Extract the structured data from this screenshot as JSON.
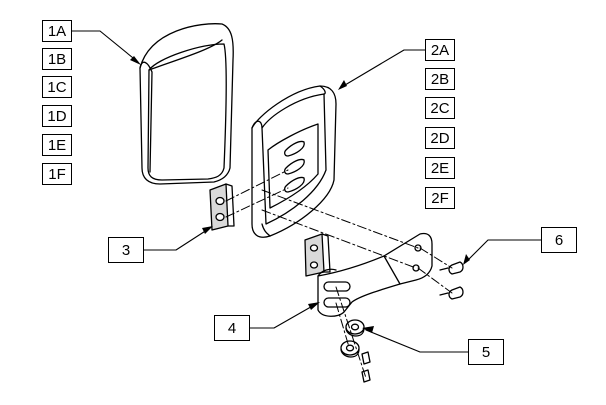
{
  "callouts": {
    "c1A": "1A",
    "c1B": "1B",
    "c1C": "1C",
    "c1D": "1D",
    "c1E": "1E",
    "c1F": "1F",
    "c2A": "2A",
    "c2B": "2B",
    "c2C": "2C",
    "c2D": "2D",
    "c2E": "2E",
    "c2F": "2F",
    "c3": "3",
    "c4": "4",
    "c5": "5",
    "c6": "6"
  },
  "colors": {
    "line": "#000000",
    "part_fill": "#ffffff",
    "shade": "#d9d9d9"
  },
  "icons": [
    "armrest-pad-icon",
    "armrest-base-icon",
    "mounting-plate-icon",
    "arm-bracket-icon",
    "washer-icon",
    "screw-icon"
  ]
}
